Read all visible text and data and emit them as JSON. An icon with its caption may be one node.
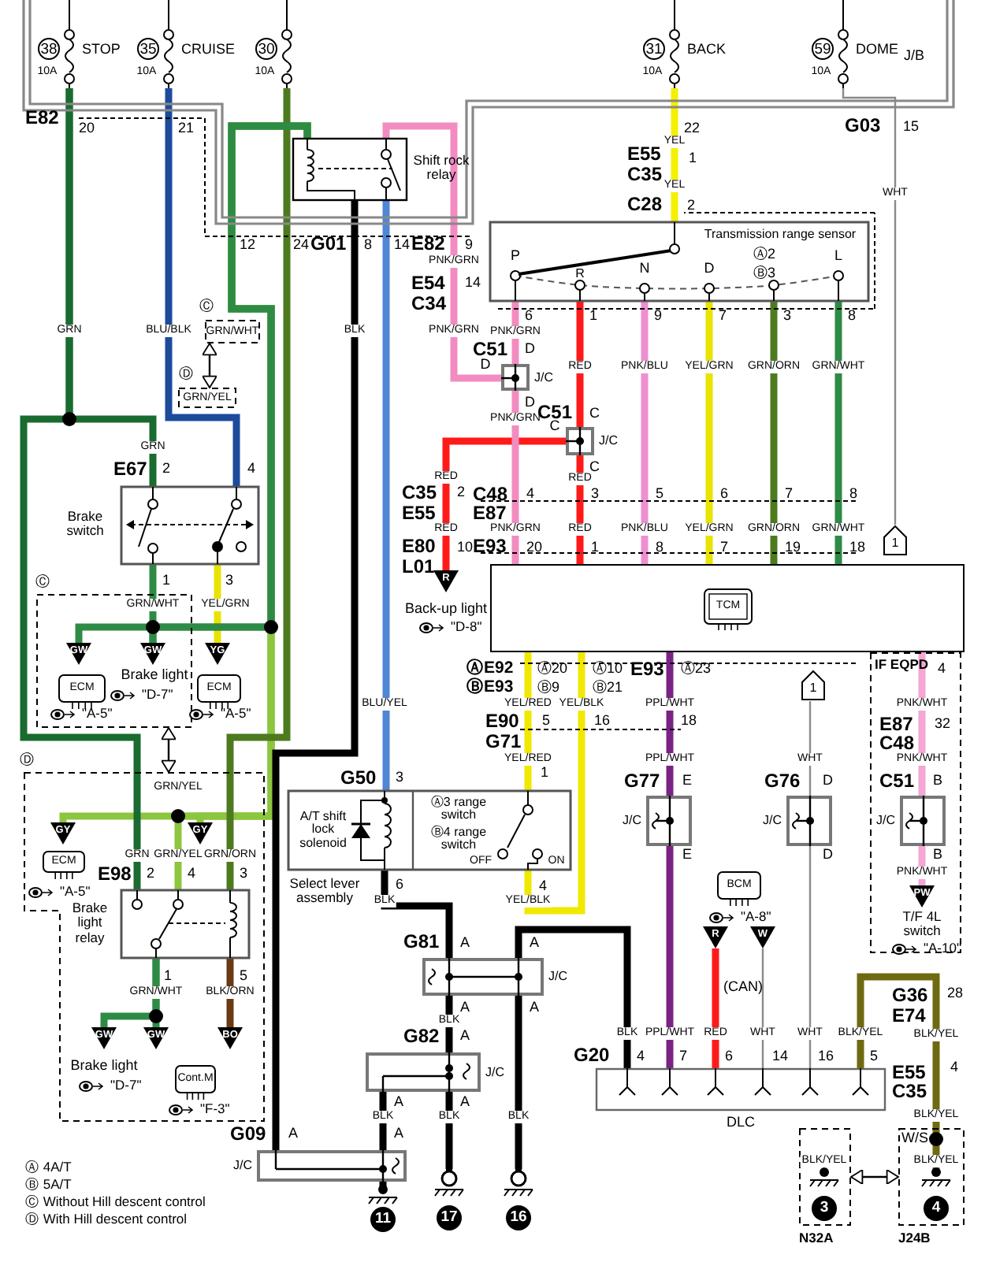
{
  "diagram": {
    "nodes": [
      {
        "text": [
          "J/B"
        ]
      },
      {
        "text": [
          "38",
          "STOP",
          "10A"
        ],
        "in": 0
      },
      {
        "text": [
          "35",
          "CRUISE",
          "10A"
        ],
        "in": 0
      },
      {
        "text": [
          "30",
          "10A"
        ],
        "in": 0
      },
      {
        "text": [
          "31",
          "BACK",
          "10A"
        ],
        "in": 0
      },
      {
        "text": [
          "59",
          "DOME",
          "10A"
        ],
        "in": 0
      },
      {
        "text": [
          "Shift rock relay"
        ],
        "in": 0
      },
      {
        "text": [
          "GRN/WHT"
        ]
      },
      {
        "text": [
          "GRN/YEL"
        ]
      },
      {
        "text": [
          "Transmission range sensor",
          "P",
          "R",
          "N",
          "D",
          "L"
        ]
      },
      {
        "text": [
          "J/C"
        ]
      },
      {
        "text": [
          "J/C"
        ]
      },
      {
        "text": [
          "Brake switch"
        ]
      },
      {
        "text": [
          "1"
        ]
      },
      {
        "text": [
          "R"
        ]
      },
      {
        "text": [
          "Ⓒ"
        ]
      },
      {
        "text": [
          "GW"
        ],
        "in": 15
      },
      {
        "text": [
          "GW"
        ],
        "in": 15
      },
      {
        "text": [
          "ECM"
        ],
        "in": 15
      },
      {
        "text": [
          "YG"
        ]
      },
      {
        "text": [
          "ECM"
        ]
      },
      {
        "text": [
          "TCM"
        ]
      },
      {
        "text": [
          "IF EQPD"
        ]
      },
      {
        "text": [
          "1"
        ]
      },
      {
        "text": [
          "J/C"
        ]
      },
      {
        "text": [
          "J/C"
        ]
      },
      {
        "text": [
          "J/C"
        ],
        "in": 22
      },
      {
        "text": [
          "Ⓓ"
        ]
      },
      {
        "text": [
          "GY"
        ],
        "in": 27
      },
      {
        "text": [
          "GY"
        ],
        "in": 27
      },
      {
        "text": [
          "ECM"
        ],
        "in": 27
      },
      {
        "text": [
          "Brake light relay"
        ],
        "in": 27
      },
      {
        "text": [
          "A/T shift lock solenoid",
          "Ⓐ3 range switch",
          "Ⓑ4 range switch",
          "OFF",
          "ON",
          "Select lever assembly"
        ]
      },
      {
        "text": [
          "BCM"
        ]
      },
      {
        "text": [
          "PW"
        ],
        "in": 22
      },
      {
        "text": [
          "R"
        ]
      },
      {
        "text": [
          "W"
        ]
      },
      {
        "text": [
          "J/C"
        ]
      },
      {
        "text": [
          "GW"
        ],
        "in": 27
      },
      {
        "text": [
          "GW"
        ],
        "in": 27
      },
      {
        "text": [
          "BO"
        ],
        "in": 27
      },
      {
        "text": [
          "Cont.M"
        ],
        "in": 27
      },
      {
        "text": [
          "J/C"
        ]
      },
      {
        "text": [
          "DLC"
        ]
      },
      {
        "text": [
          "J/C"
        ]
      },
      {
        "text": [
          "N32A"
        ]
      },
      {
        "text": [
          "J24B"
        ]
      },
      {
        "text": [
          "11"
        ]
      },
      {
        "text": [
          "17"
        ]
      },
      {
        "text": [
          "16"
        ]
      },
      {
        "text": [
          "3"
        ],
        "in": 45
      },
      {
        "text": [
          "4"
        ],
        "in": 46
      }
    ],
    "edges": [
      {
        "from": 1,
        "to": 12,
        "arrow": "none",
        "color": "#1a6b30"
      },
      {
        "from": 1,
        "to": 31,
        "arrow": "none",
        "color": "#1a6b30"
      },
      {
        "from": 2,
        "to": 12,
        "arrow": "none",
        "color": "#1c4b9c"
      },
      {
        "from": 6,
        "to": 17,
        "arrow": "none",
        "color": "#2e8b45"
      },
      {
        "from": 6,
        "to": 16,
        "arrow": "none",
        "color": "#2e8b45"
      },
      {
        "from": 12,
        "to": 17,
        "arrow": "none",
        "color": "#2e8b45"
      },
      {
        "from": 12,
        "to": 19,
        "arrow": "none",
        "color": "#e8e400"
      },
      {
        "from": 3,
        "to": 31,
        "arrow": "none",
        "color": "#4d7a1f"
      },
      {
        "from": 6,
        "to": 44,
        "arrow": "none",
        "color": "#000000"
      },
      {
        "from": 6,
        "to": 32,
        "arrow": "none",
        "color": "#4f86d6"
      },
      {
        "from": 6,
        "to": 10,
        "arrow": "none",
        "color": "#f28cc0"
      },
      {
        "from": 10,
        "to": 9,
        "arrow": "none",
        "color": "#f28cc0"
      },
      {
        "from": 10,
        "to": 21,
        "arrow": "none",
        "color": "#f28cc0"
      },
      {
        "from": 4,
        "to": 9,
        "arrow": "none",
        "color": "#f5ef00"
      },
      {
        "from": 9,
        "to": 11,
        "arrow": "none",
        "color": "#ff1a1a"
      },
      {
        "from": 11,
        "to": 21,
        "arrow": "none",
        "color": "#ff1a1a"
      },
      {
        "from": 11,
        "to": 14,
        "arrow": "none",
        "color": "#ff1a1a"
      },
      {
        "from": 9,
        "to": 21,
        "arrow": "none",
        "color": "#ee8fd0"
      },
      {
        "from": 9,
        "to": 21,
        "arrow": "none",
        "color": "#e8e400"
      },
      {
        "from": 9,
        "to": 21,
        "arrow": "none",
        "color": "#4d7a1f"
      },
      {
        "from": 9,
        "to": 21,
        "arrow": "none",
        "color": "#2e8b45"
      },
      {
        "from": 5,
        "to": 13,
        "arrow": "none",
        "color": "#8a8a8a"
      },
      {
        "from": 23,
        "to": 25,
        "arrow": "none",
        "color": "#8a8a8a"
      },
      {
        "from": 21,
        "to": 32,
        "arrow": "none",
        "color": "#f0e800"
      },
      {
        "from": 21,
        "to": 32,
        "arrow": "none",
        "color": "#f0e800"
      },
      {
        "from": 21,
        "to": 24,
        "arrow": "none",
        "color": "#7b2384"
      },
      {
        "from": 21,
        "to": 26,
        "arrow": "none",
        "color": "#f4a6d4"
      },
      {
        "from": 26,
        "to": 34,
        "arrow": "none",
        "color": "#f4a6d4"
      },
      {
        "from": 24,
        "to": 43,
        "arrow": "none",
        "color": "#7b2384"
      },
      {
        "from": 25,
        "to": 43,
        "arrow": "none",
        "color": "#8a8a8a"
      },
      {
        "from": 35,
        "to": 43,
        "arrow": "none",
        "color": "#ff1a1a"
      },
      {
        "from": 36,
        "to": 43,
        "arrow": "none",
        "color": "#8a8a8a"
      },
      {
        "from": 43,
        "to": 51,
        "arrow": "none",
        "color": "#6e6a12"
      },
      {
        "from": 32,
        "to": 37,
        "arrow": "none",
        "color": "#000000"
      },
      {
        "from": 37,
        "to": 43,
        "arrow": "none",
        "color": "#000000"
      },
      {
        "from": 37,
        "to": 42,
        "arrow": "none",
        "color": "#000000"
      },
      {
        "from": 37,
        "to": 49,
        "arrow": "none",
        "color": "#000000"
      },
      {
        "from": 42,
        "to": 44,
        "arrow": "none",
        "color": "#000000"
      },
      {
        "from": 42,
        "to": 48,
        "arrow": "none",
        "color": "#000000"
      },
      {
        "from": 44,
        "to": 47,
        "arrow": "none",
        "color": "#000000"
      },
      {
        "from": 31,
        "to": 38,
        "arrow": "none",
        "color": "#2e8b45"
      },
      {
        "from": 31,
        "to": 39,
        "arrow": "none",
        "color": "#2e8b45"
      },
      {
        "from": 31,
        "to": 40,
        "arrow": "none",
        "color": "#6b3a12"
      },
      {
        "from": 6,
        "to": 28,
        "arrow": "none",
        "color": "#8cc63f"
      },
      {
        "from": 6,
        "to": 29,
        "arrow": "none",
        "color": "#8cc63f"
      },
      {
        "from": 6,
        "to": 31,
        "arrow": "none",
        "color": "#8cc63f"
      },
      {
        "from": 7,
        "to": 8,
        "arrow": "both"
      },
      {
        "from": 15,
        "to": 27,
        "arrow": "both"
      },
      {
        "from": 45,
        "to": 46,
        "arrow": "both"
      }
    ],
    "labels": [
      "E82",
      "20",
      "21",
      "22",
      "G03",
      "15",
      "YEL",
      "E55",
      "1",
      "C35",
      "YEL",
      "WHT",
      "C28",
      "2",
      "12",
      "24",
      "G01",
      "8",
      "14",
      "E82",
      "9",
      "Ⓐ2",
      "Ⓑ3",
      "PNK/GRN",
      "E54",
      "14",
      "C34",
      "6",
      "1",
      "9",
      "7",
      "3",
      "8",
      "Ⓒ",
      "GRN",
      "BLU/BLK",
      "BLK",
      "PNK/GRN",
      "PNK/GRN",
      "C51",
      "D",
      "D",
      "RED",
      "PNK/BLU",
      "YEL/GRN",
      "GRN/ORN",
      "GRN/WHT",
      "Ⓓ",
      "D",
      "PNK/GRN",
      "C51",
      "C",
      "C",
      "C",
      "RED",
      "GRN",
      "E67",
      "2",
      "4",
      "RED",
      "C35",
      "2",
      "C48",
      "4",
      "3",
      "5",
      "6",
      "7",
      "8",
      "E55",
      "E87",
      "RED",
      "PNK/GRN",
      "RED",
      "PNK/BLU",
      "YEL/GRN",
      "GRN/ORN",
      "GRN/WHT",
      "E80",
      "10",
      "E93",
      "20",
      "1",
      "8",
      "7",
      "19",
      "18",
      "L01",
      "1",
      "3",
      "GRN/WHT",
      "YEL/GRN",
      "Back-up light",
      "\"D-8\"",
      "Brake light",
      "\"D-7\"",
      "\"A-5\"",
      "\"A-5\"",
      "ⒶE92",
      "Ⓐ20",
      "Ⓐ10",
      "E93",
      "Ⓐ23",
      "4",
      "ⒷE93",
      "Ⓑ9",
      "Ⓑ21",
      "BLU/YEL",
      "YEL/RED",
      "YEL/BLK",
      "PPL/WHT",
      "PNK/WHT",
      "E90",
      "5",
      "16",
      "18",
      "E87",
      "32",
      "G71",
      "C48",
      "YEL/RED",
      "PPL/WHT",
      "WHT",
      "PNK/WHT",
      "1",
      "G50",
      "3",
      "G77",
      "E",
      "G76",
      "D",
      "C51",
      "B",
      "GRN/YEL",
      "GRN",
      "GRN/YEL",
      "GRN/ORN",
      "E",
      "D",
      "B",
      "E98",
      "2",
      "4",
      "3",
      "PNK/WHT",
      "6",
      "4",
      "\"A-5\"",
      "BLK",
      "YEL/BLK",
      "\"A-8\"",
      "T/F 4L switch",
      "\"A-10\"",
      "G81",
      "A",
      "A",
      "1",
      "5",
      "(CAN)",
      "GRN/WHT",
      "BLK/ORN",
      "G36",
      "28",
      "A",
      "A",
      "E74",
      "BLK",
      "BLK",
      "PPL/WHT",
      "RED",
      "WHT",
      "WHT",
      "BLK/YEL",
      "BLK/YEL",
      "G82",
      "A",
      "G20",
      "4",
      "7",
      "6",
      "14",
      "16",
      "5",
      "Brake light",
      "\"D-7\"",
      "E55",
      "4",
      "C35",
      "A",
      "A",
      "\"F-3\"",
      "BLK",
      "BLK",
      "BLK",
      "BLK/YEL",
      "G09",
      "A",
      "A",
      "W/S",
      "BLK/YEL",
      "BLK/YEL",
      "Ⓐ 4A/T",
      "Ⓑ 5A/T",
      "Ⓒ Without Hill descent control",
      "Ⓓ With Hill descent control"
    ]
  }
}
